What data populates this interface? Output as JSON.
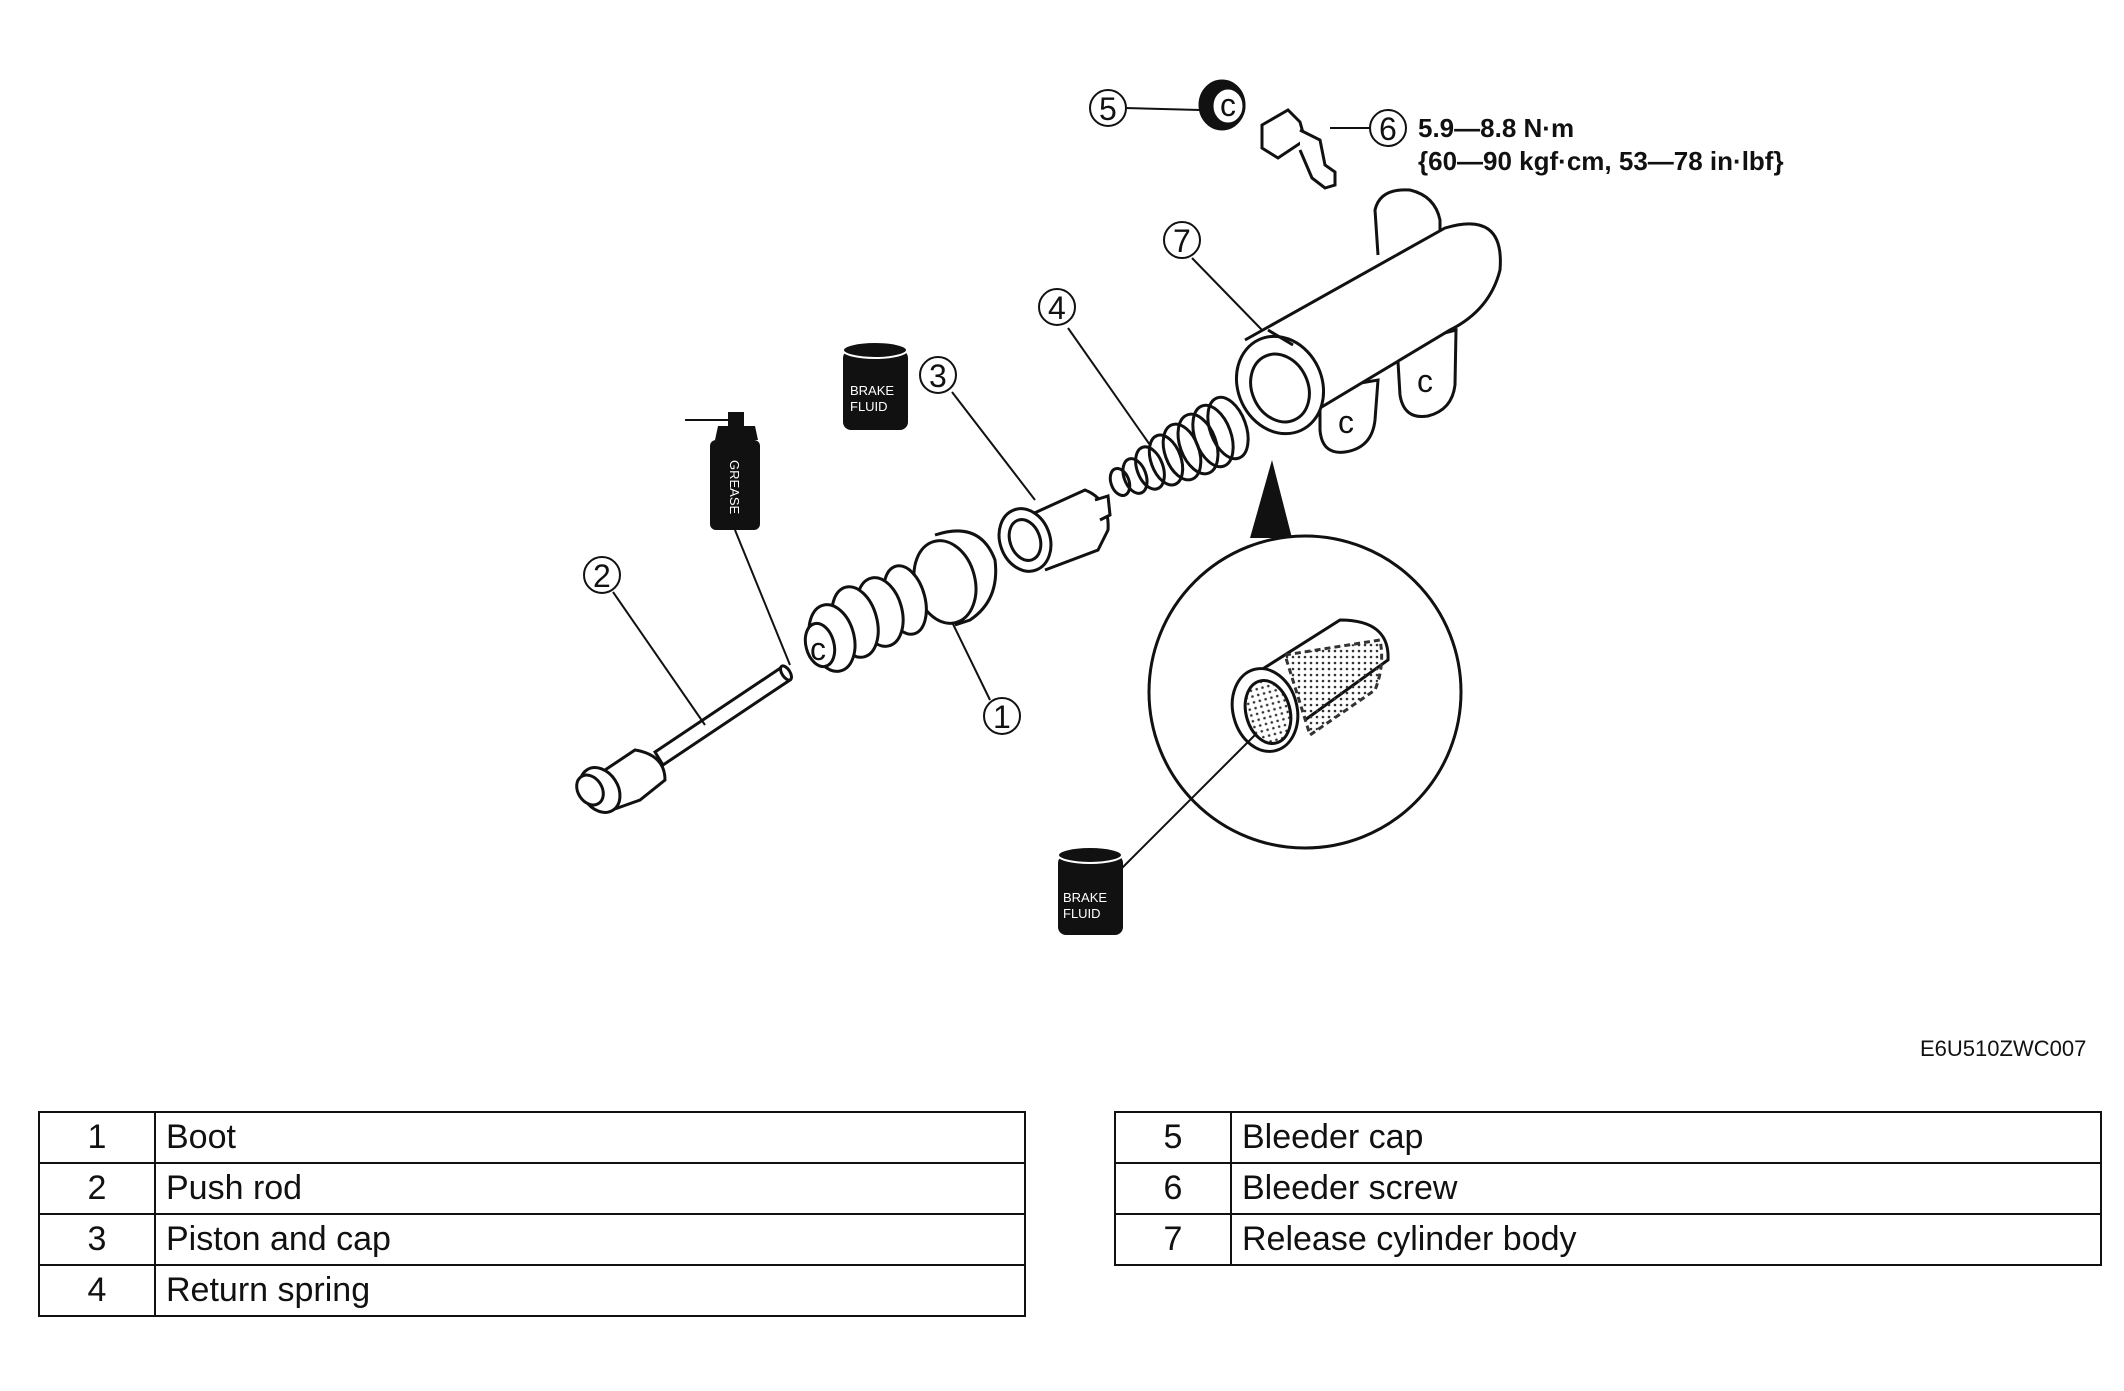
{
  "callouts": {
    "c1": "1",
    "c2": "2",
    "c3": "3",
    "c4": "4",
    "c5": "5",
    "c6": "6",
    "c7": "7"
  },
  "torque": {
    "line1": "5.9—8.8 N·m",
    "line2": "{60—90 kgf·cm, 53—78 in·lbf}"
  },
  "lubricants": {
    "grease": "GREASE",
    "brake_fluid_line1": "BRAKE",
    "brake_fluid_line2": "FLUID"
  },
  "figure_code": "E6U510ZWC007",
  "parts_left": [
    {
      "num": "1",
      "name": "Boot"
    },
    {
      "num": "2",
      "name": "Push rod"
    },
    {
      "num": "3",
      "name": "Piston and cap"
    },
    {
      "num": "4",
      "name": "Return spring"
    }
  ],
  "parts_right": [
    {
      "num": "5",
      "name": "Bleeder cap"
    },
    {
      "num": "6",
      "name": "Bleeder screw"
    },
    {
      "num": "7",
      "name": "Release cylinder body"
    }
  ]
}
